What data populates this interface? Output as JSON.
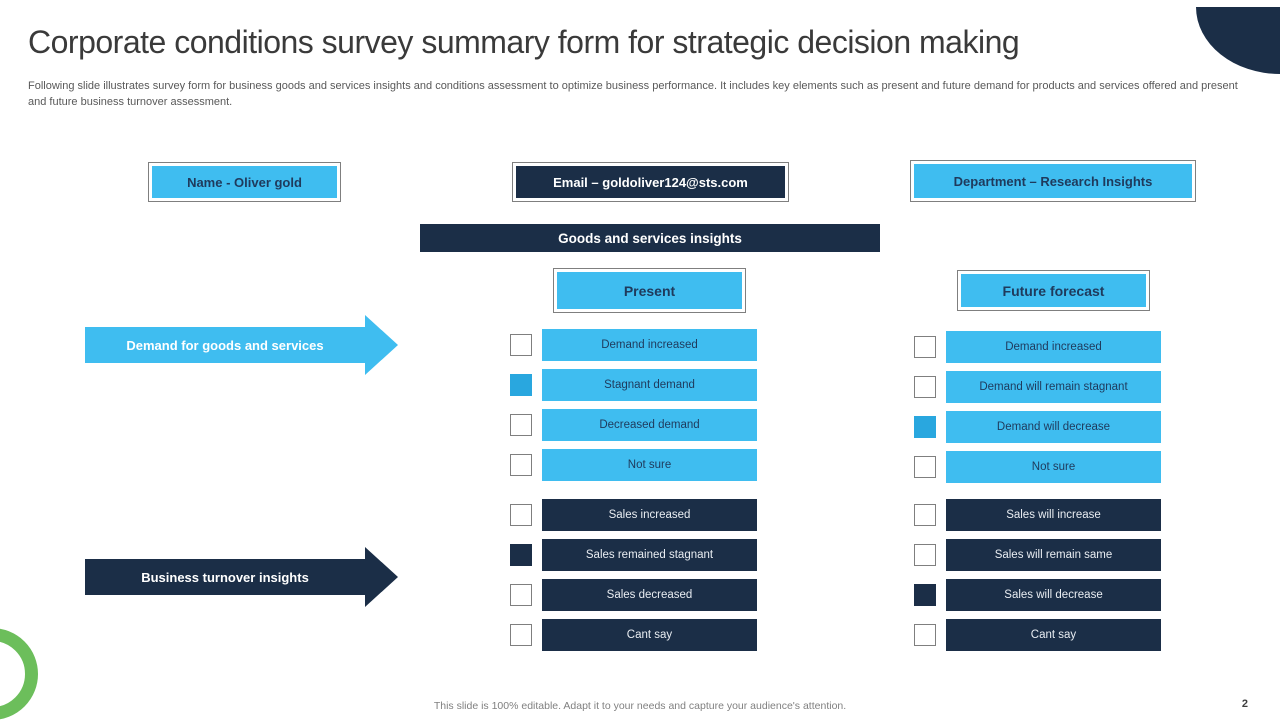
{
  "slide": {
    "title": "Corporate conditions survey summary form for strategic decision making",
    "subtitle": "Following slide illustrates survey form for business goods and services insights and conditions assessment to optimize business performance. It includes key elements such as present and future demand for products and services offered and present and future business turnover assessment.",
    "footer_note": "This slide is 100% editable. Adapt it to your needs and capture your audience's attention.",
    "page_number": "2"
  },
  "form": {
    "name_field": "Name -  Oliver gold",
    "email_field": "Email – goldoliver124@sts.com",
    "department_field": "Department – Research Insights",
    "section_banner": "Goods and services insights",
    "present_header": "Present",
    "future_header": "Future forecast"
  },
  "survey": {
    "sections": [
      {
        "arrow_label": "Demand for goods and services",
        "theme": "blue",
        "present": {
          "options": [
            {
              "label": "Demand increased",
              "checked": false
            },
            {
              "label": "Stagnant demand",
              "checked": true
            },
            {
              "label": "Decreased demand",
              "checked": false
            },
            {
              "label": "Not sure",
              "checked": false
            }
          ]
        },
        "future": {
          "options": [
            {
              "label": "Demand increased",
              "checked": false
            },
            {
              "label": "Demand will remain stagnant",
              "checked": false
            },
            {
              "label": "Demand will decrease",
              "checked": true
            },
            {
              "label": "Not sure",
              "checked": false
            }
          ]
        }
      },
      {
        "arrow_label": "Business turnover insights",
        "theme": "navy",
        "present": {
          "options": [
            {
              "label": "Sales increased",
              "checked": false
            },
            {
              "label": "Sales remained stagnant",
              "checked": true
            },
            {
              "label": "Sales decreased",
              "checked": false
            },
            {
              "label": "Cant say",
              "checked": false
            }
          ]
        },
        "future": {
          "options": [
            {
              "label": "Sales will increase",
              "checked": false
            },
            {
              "label": "Sales will remain same",
              "checked": false
            },
            {
              "label": "Sales will decrease",
              "checked": true
            },
            {
              "label": "Cant say",
              "checked": false
            }
          ]
        }
      }
    ]
  },
  "colors": {
    "accent_blue": "#3fbdf0",
    "checked_blue": "#29a7df",
    "navy": "#1b2e47",
    "green_ring": "#6cbe5b",
    "border_gray": "#7f7f7f"
  }
}
